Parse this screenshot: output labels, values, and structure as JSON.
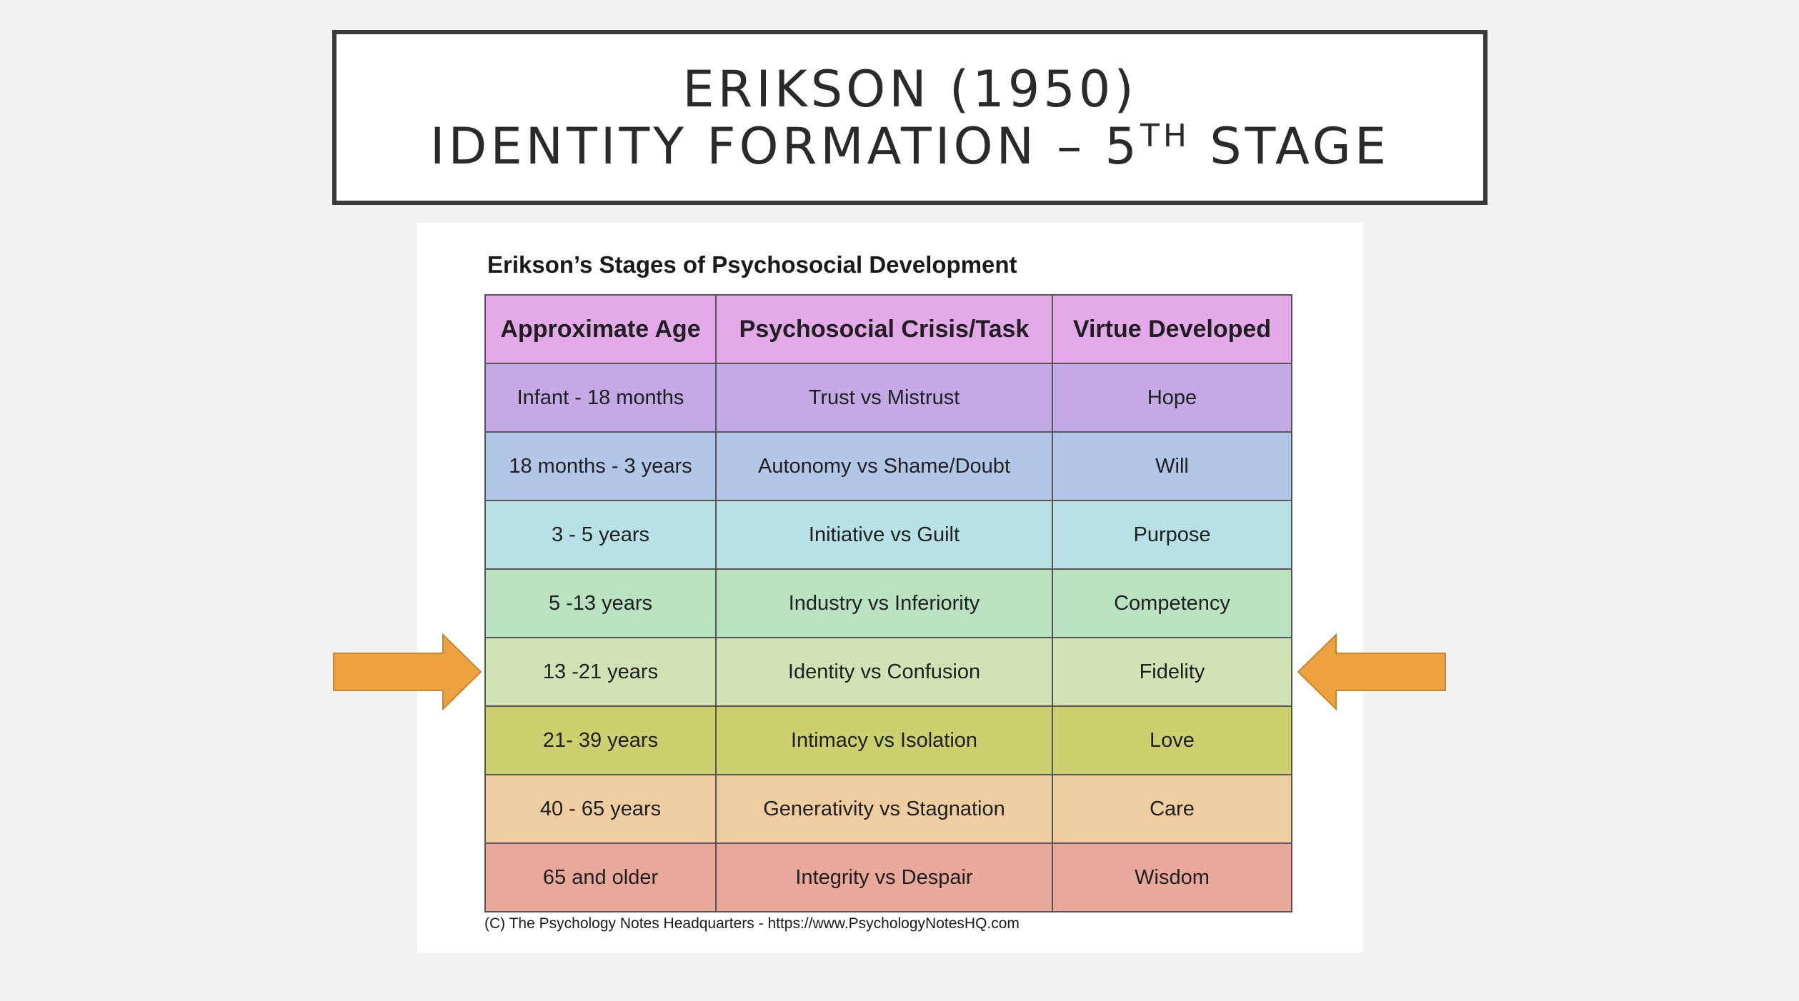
{
  "slide": {
    "title_line1": "ERIKSON (1950)",
    "title_line2_prefix": "IDENTITY FORMATION – 5",
    "title_line2_sup": "TH",
    "title_line2_suffix": " STAGE"
  },
  "table": {
    "title": "Erikson’s Stages of Psychosocial Development",
    "headers": {
      "age": "Approximate Age",
      "crisis": "Psychosocial Crisis/Task",
      "virtue": "Virtue Developed"
    },
    "header_color": "#e3a9e9",
    "rows": [
      {
        "age": "Infant - 18 months",
        "crisis": "Trust vs Mistrust",
        "virtue": "Hope",
        "color": "#c3a9e6"
      },
      {
        "age": "18 months - 3 years",
        "crisis": "Autonomy vs Shame/Doubt",
        "virtue": "Will",
        "color": "#b2c7e8"
      },
      {
        "age": "3 - 5 years",
        "crisis": "Initiative vs Guilt",
        "virtue": "Purpose",
        "color": "#b7e1e4"
      },
      {
        "age": "5 -13 years",
        "crisis": "Industry vs Inferiority",
        "virtue": "Competency",
        "color": "#b8e2c0"
      },
      {
        "age": "13 -21 years",
        "crisis": "Identity vs Confusion",
        "virtue": "Fidelity",
        "color": "#d1e3b5"
      },
      {
        "age": "21- 39 years",
        "crisis": "Intimacy vs Isolation",
        "virtue": "Love",
        "color": "#ccd06f"
      },
      {
        "age": "40 - 65 years",
        "crisis": "Generativity vs Stagnation",
        "virtue": "Care",
        "color": "#eecda0"
      },
      {
        "age": "65 and older",
        "crisis": "Integrity vs Despair",
        "virtue": "Wisdom",
        "color": "#e8a99b"
      }
    ],
    "credit": "(C) The Psychology Notes Headquarters - https://www.PsychologyNotesHQ.com"
  },
  "arrows": {
    "left_icon": "right-arrow-icon",
    "right_icon": "left-arrow-icon",
    "fill_color": "#eda23f",
    "stroke_color": "#c9862f"
  }
}
